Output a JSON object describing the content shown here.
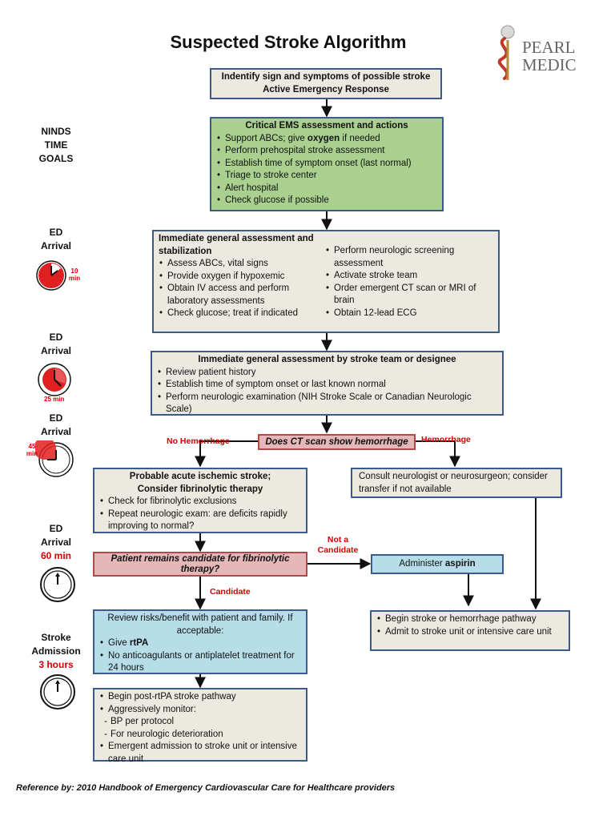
{
  "title": "Suspected Stroke Algorithm",
  "logo": {
    "text_top": "PEARL",
    "text_bottom": "MEDIC"
  },
  "side_labels": {
    "ninds": [
      "NINDS",
      "TIME",
      "GOALS"
    ],
    "ed1": [
      "ED",
      "Arrival"
    ],
    "ed1_min": "10",
    "ed1_min_unit": "min",
    "ed2": [
      "ED",
      "Arrival"
    ],
    "ed2_min": "25 min",
    "ed3": [
      "ED",
      "Arrival"
    ],
    "ed3_min": "45",
    "ed3_min_unit": "min",
    "ed4": [
      "ED",
      "Arrival"
    ],
    "ed4_time": "60 min",
    "stroke": [
      "Stroke",
      "Admission"
    ],
    "stroke_time": "3 hours"
  },
  "boxes": {
    "identify": {
      "line1": "Indentify sign and symptoms of possible stroke",
      "line2": "Active Emergency Response"
    },
    "ems": {
      "heading": "Critical EMS  assessment and actions",
      "item1_pre": "Support ABCs; give ",
      "item1_bold": "oxygen",
      "item1_post": " if needed",
      "items": [
        "Perform prehospital stroke assessment",
        "Establish time of symptom onset (last normal)",
        "Triage to stroke center",
        "Alert hospital",
        "Check glucose if possible"
      ]
    },
    "general": {
      "heading": "Immediate general assessment and stabilization",
      "left": [
        "Assess ABCs, vital signs",
        "Provide oxygen if hypoxemic",
        "Obtain IV access and perform laboratory  assessments",
        "Check glucose; treat if indicated"
      ],
      "right": [
        " Perform neurologic screening assessment",
        "Activate stroke team",
        "Order emergent CT scan or MRI of brain",
        "Obtain 12-lead ECG"
      ]
    },
    "stroke_team": {
      "heading": "Immediate general assessment by stroke team or designee",
      "items": [
        "Review patient history",
        "Establish time of symptom onset or last known normal",
        "Perform neurologic examination (NIH Stroke Scale or Canadian Neurologic Scale)"
      ]
    },
    "ct": "Does CT scan show hemorrhage",
    "ischemic": {
      "heading1": "Probable acute ischemic stroke;",
      "heading2": "Consider fibrinolytic therapy",
      "items": [
        "Check for fibrinolytic exclusions",
        "Repeat neurologic exam: are deficits rapidly improving to normal?"
      ]
    },
    "consult": "Consult neurologist or neurosurgeon; consider transfer if not available",
    "candidate_q": "Patient remains candidate for fibrinolytic therapy?",
    "aspirin_pre": "Administer ",
    "aspirin_bold": "aspirin",
    "risks": {
      "heading": "Review risks/benefit with patient and family. If acceptable:",
      "item1_pre": "Give ",
      "item1_bold": "rtPA",
      "item2": "No anticoagulants or antiplatelet treatment for 24 hours"
    },
    "hemorrhage_path": {
      "items": [
        "Begin stroke or hemorrhage pathway",
        "Admit to stroke unit or intensive care unit"
      ]
    },
    "post_rtpa": {
      "item1": "Begin post-rtPA stroke pathway",
      "item2": "Aggressively monitor:",
      "sub1": "BP per protocol",
      "sub2": "For neurologic deterioration",
      "item3": "Emergent admission to stroke unit or intensive care unit"
    }
  },
  "edge_labels": {
    "no_hemorrhage": "No Hemorrhage",
    "hemorrhage": "Hemorrhage",
    "not_a_candidate_1": "Not a",
    "not_a_candidate_2": "Candidate",
    "candidate": "Candidate"
  },
  "reference": "Reference by: 2010  Handbook of  Emergency Cardiovascular Care for Healthcare providers",
  "colors": {
    "border": "#3b5b8a",
    "grey_box": "#ece9e1",
    "green_box": "#a9d08e",
    "blue_box": "#b6dde8",
    "pink_box": "#e6b7b8",
    "red_text": "#d40000"
  }
}
